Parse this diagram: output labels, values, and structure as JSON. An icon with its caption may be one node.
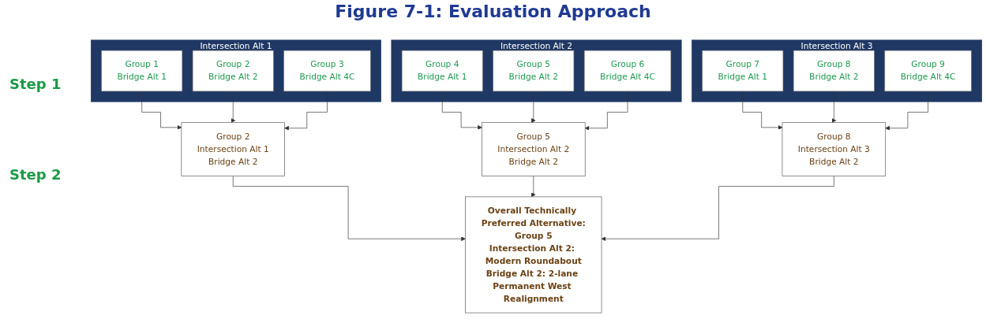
{
  "diagram": {
    "title": "Figure 7-1: Evaluation Approach",
    "nodes": [
      {
        "text": [
          "Intersection Alt 1"
        ]
      },
      {
        "text": [
          "Group 1",
          "Bridge Alt 1"
        ],
        "in": 0
      },
      {
        "text": [
          "Group 2",
          "Bridge Alt 2"
        ],
        "in": 0
      },
      {
        "text": [
          "Group 3",
          "Bridge Alt 4C"
        ],
        "in": 0
      },
      {
        "text": [
          "Intersection Alt 2"
        ]
      },
      {
        "text": [
          "Group 4",
          "Bridge Alt 1"
        ],
        "in": 4
      },
      {
        "text": [
          "Group 5",
          "Bridge Alt 2"
        ],
        "in": 4
      },
      {
        "text": [
          "Group 6",
          "Bridge Alt 4C"
        ],
        "in": 4
      },
      {
        "text": [
          "Intersection Alt 3"
        ]
      },
      {
        "text": [
          "Group 7",
          "Bridge Alt 1"
        ],
        "in": 8
      },
      {
        "text": [
          "Group 8",
          "Bridge Alt 2"
        ],
        "in": 8
      },
      {
        "text": [
          "Group 9",
          "Bridge Alt 4C"
        ],
        "in": 8
      },
      {
        "text": [
          "Group 2",
          "Intersection Alt 1",
          "Bridge Alt 2"
        ]
      },
      {
        "text": [
          "Group 5",
          "Intersection Alt 2",
          "Bridge Alt 2"
        ]
      },
      {
        "text": [
          "Group 8",
          "Intersection Alt 3",
          "Bridge Alt 2"
        ]
      },
      {
        "text": [
          "Overall Technically Preferred Alternative:",
          "Group 5",
          "Intersection Alt 2: Modern Roundabout",
          "Bridge Alt 2: 2-lane Permanent West Realignment"
        ]
      }
    ],
    "edges": [
      {
        "from": 1,
        "to": 12,
        "arrow": "to"
      },
      {
        "from": 2,
        "to": 12,
        "arrow": "to"
      },
      {
        "from": 3,
        "to": 12,
        "arrow": "to"
      },
      {
        "from": 5,
        "to": 13,
        "arrow": "to"
      },
      {
        "from": 6,
        "to": 13,
        "arrow": "to"
      },
      {
        "from": 7,
        "to": 13,
        "arrow": "to"
      },
      {
        "from": 9,
        "to": 14,
        "arrow": "to"
      },
      {
        "from": 10,
        "to": 14,
        "arrow": "to"
      },
      {
        "from": 11,
        "to": 14,
        "arrow": "to"
      },
      {
        "from": 12,
        "to": 15,
        "arrow": "to"
      },
      {
        "from": 13,
        "to": 15,
        "arrow": "to"
      },
      {
        "from": 14,
        "to": 15,
        "arrow": "to"
      }
    ],
    "labels": [
      "Step 1",
      "Step 2"
    ]
  }
}
